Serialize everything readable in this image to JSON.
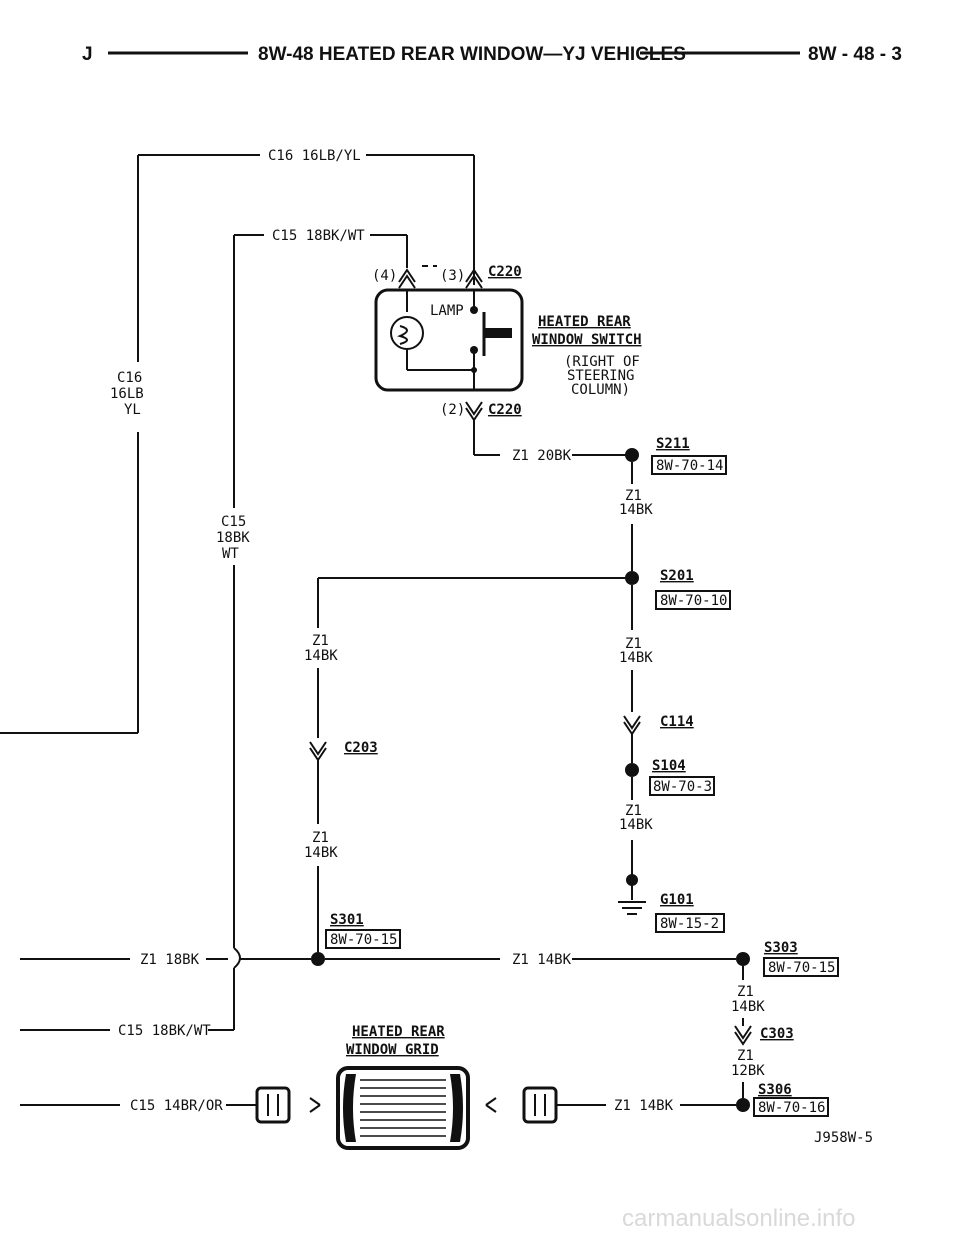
{
  "header": {
    "left_letter": "J",
    "title": "8W-48 HEATED REAR WINDOW—YJ VEHICLES",
    "page_ref": "8W - 48 - 3"
  },
  "wires": {
    "c16_top": "C16 16LB/YL",
    "c15_top": "C15 18BK/WT",
    "c16_vert": [
      "C16",
      "16LB",
      "YL"
    ],
    "c15_vert": [
      "C15",
      "18BK",
      "WT"
    ],
    "z1_20bk": "Z1 20BK",
    "z1_14bk_a": [
      "Z1",
      "14BK"
    ],
    "z1_14bk_b": [
      "Z1",
      "14BK"
    ],
    "z1_14bk_c": [
      "Z1",
      "14BK"
    ],
    "z1_14bk_d": [
      "Z1",
      "14BK"
    ],
    "z1_14bk_e": [
      "Z1",
      "14BK"
    ],
    "z1_14bk_f": [
      "Z1",
      "14BK"
    ],
    "z1_12bk": [
      "Z1",
      "12BK"
    ],
    "z1_18bk_bottom": "Z1 18BK",
    "z1_14bk_horiz": "Z1 14BK",
    "c15_18bkwt_bottom": "C15 18BK/WT",
    "c15_14bror_bottom": "C15 14BR/OR",
    "z1_14bk_grid": "Z1 14BK"
  },
  "switch": {
    "title_line1": "HEATED REAR",
    "title_line2": "WINDOW SWITCH",
    "location": [
      "(RIGHT OF",
      "STEERING",
      "COLUMN)"
    ],
    "lamp": "LAMP",
    "pin4": "(4)",
    "pin3": "(3)",
    "pin2": "(2)",
    "conn_top": "C220",
    "conn_bottom": "C220"
  },
  "grid": {
    "title_line1": "HEATED REAR",
    "title_line2": "WINDOW GRID"
  },
  "splices": {
    "s211": "S211",
    "s211_ref": "8W-70-14",
    "s201": "S201",
    "s201_ref": "8W-70-10",
    "s104": "S104",
    "s104_ref": "8W-70-3",
    "s301": "S301",
    "s301_ref": "8W-70-15",
    "s303": "S303",
    "s303_ref": "8W-70-15",
    "s306": "S306",
    "s306_ref": "8W-70-16"
  },
  "connectors": {
    "c114": "C114",
    "c203": "C203",
    "c303": "C303"
  },
  "grounds": {
    "g101": "G101",
    "g101_ref": "8W-15-2"
  },
  "figure_code": "J958W-5",
  "watermark": "carmanualsonline.info"
}
